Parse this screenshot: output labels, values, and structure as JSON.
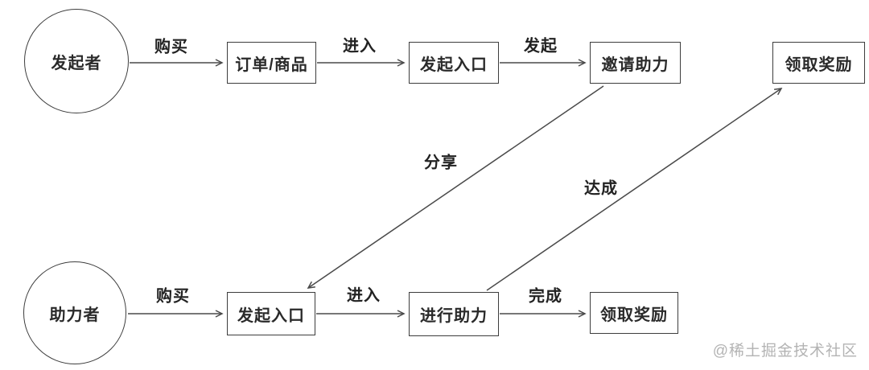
{
  "diagram": {
    "nodes": {
      "initiator": "发起者",
      "order_product": "订单/商品",
      "launch_entry_top": "发起入口",
      "invite_assist": "邀请助力",
      "reward_top": "领取奖励",
      "assistor": "助力者",
      "launch_entry_bottom": "发起入口",
      "do_assist": "进行助力",
      "reward_bottom": "领取奖励"
    },
    "edges": {
      "purchase_top": "购买",
      "enter_top": "进入",
      "launch": "发起",
      "share": "分享",
      "achieve": "达成",
      "purchase_bottom": "购买",
      "enter_bottom": "进入",
      "complete": "完成"
    },
    "colors": {
      "line": "#4a4a4a",
      "text": "#2a2a2a",
      "watermark": "#b3b3b3"
    },
    "watermark": "@稀土掘金技术社区"
  }
}
